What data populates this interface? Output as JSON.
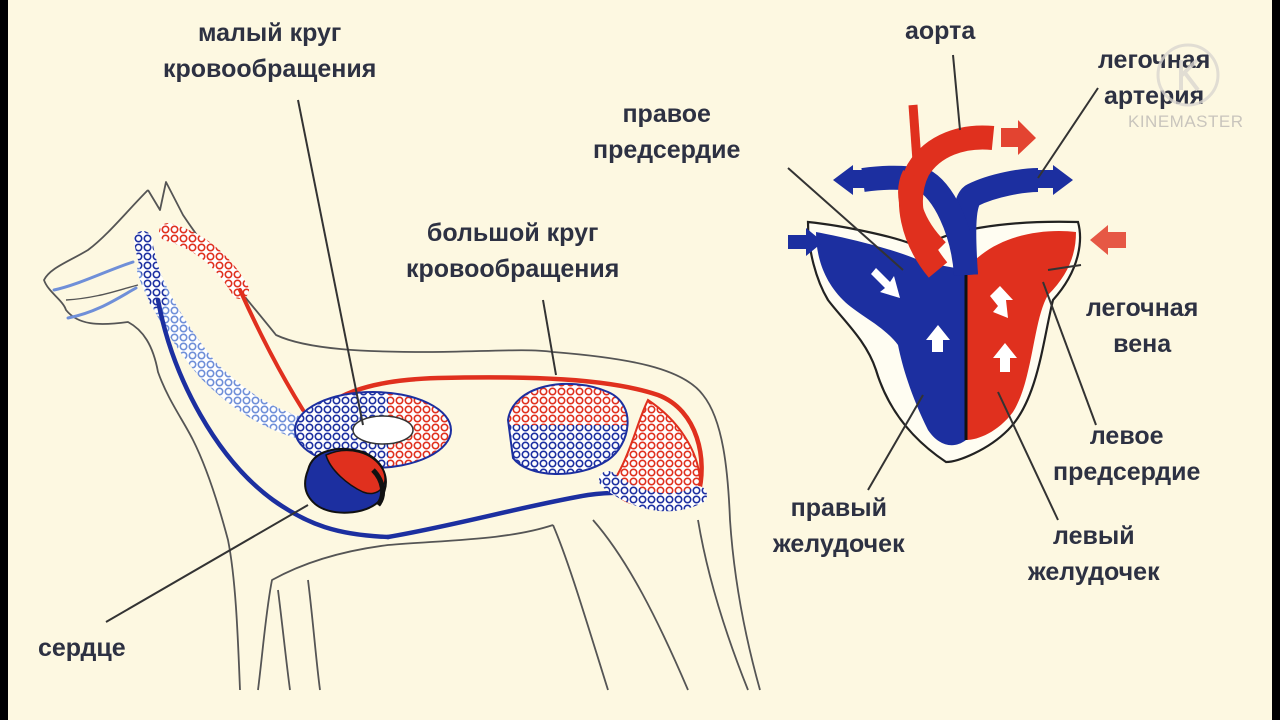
{
  "labels": {
    "pulmonary_circuit": [
      "малый круг",
      "кровообращения"
    ],
    "systemic_circuit": [
      "большой круг",
      "кровообращения"
    ],
    "heart": "сердце",
    "aorta": "аорта",
    "pulmonary_artery": [
      "легочная",
      "артерия"
    ],
    "right_atrium": [
      "правое",
      "предсердие"
    ],
    "pulmonary_vein": [
      "легочная",
      "вена"
    ],
    "left_atrium": [
      "левое",
      "предсердие"
    ],
    "right_ventricle": [
      "правый",
      "желудочек"
    ],
    "left_ventricle": [
      "левый",
      "желудочек"
    ]
  },
  "watermark": "KINEMASTER",
  "colors": {
    "background": "#fdf8e1",
    "venous_blue": "#1c2fa0",
    "arterial_red": "#e0301e",
    "text": "#2d3142",
    "outline": "#3a3a3a"
  }
}
